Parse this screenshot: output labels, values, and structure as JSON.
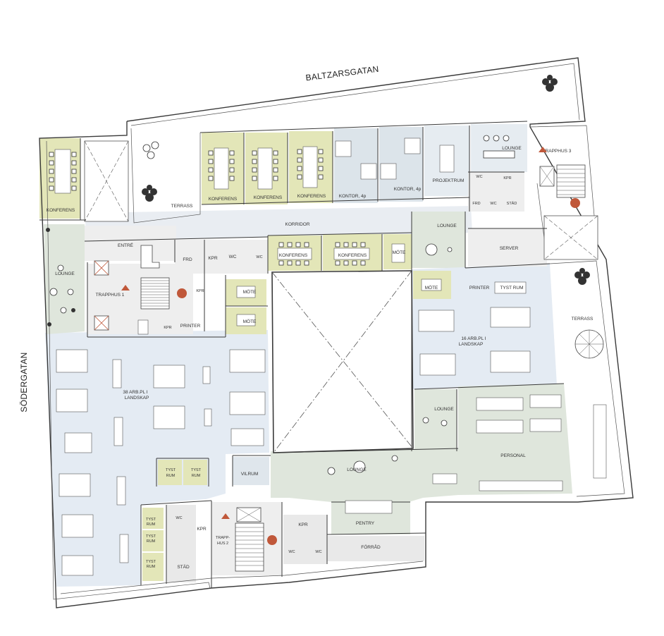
{
  "streets": {
    "north": "BALTZARSGATAN",
    "west": "SÖDERGATAN"
  },
  "labels": {
    "konferens_nw": "KONFERENS",
    "terrass_n": "TERRASS",
    "konferens_1": "KONFERENS",
    "konferens_2": "KONFERENS",
    "konferens_3": "KONFERENS",
    "kontor_1": "KONTOR, 4p",
    "kontor_2": "KONTOR, 4p",
    "projektrum": "PROJEKTRUM",
    "lounge_ne": "LOUNGE",
    "trapphus_3": "TRAPPHUS 3",
    "frd_ne": "FRD",
    "kpr_ne": "KPR",
    "stad_ne": "STÄD",
    "wc_ne_1": "WC",
    "wc_ne_2": "WC",
    "korridor": "KORRIDOR",
    "entre": "ENTRÉ",
    "frd_w": "FRD",
    "kpr_w": "KPR",
    "wc_w": "WC",
    "wc_w2": "WC",
    "konferens_4": "KONFERENS",
    "konferens_5": "KONFERENS",
    "mote_1": "MÖTE",
    "lounge_w": "LOUNGE",
    "trapphus_1": "TRAPPHUS 1",
    "kpr_c": "KPR",
    "kpr_c2": "KPR",
    "printer_w": "PRINTER",
    "mote_2": "MÖTE",
    "mote_3": "MÖTE",
    "lounge_c": "LOUNGE",
    "server": "SERVER",
    "mote_4": "MÖTE",
    "printer_e": "PRINTER",
    "tyst_rum_e": "TYST RUM",
    "landskap_16_a": "16 ARB.PL I",
    "landskap_16_b": "LANDSKAP",
    "terrass_e": "TERRASS",
    "landskap_38_a": "38 ARB.PL I",
    "landskap_38_b": "LANDSKAP",
    "lounge_e2": "LOUNGE",
    "personal": "PERSONAL",
    "tyst_1": "TYST",
    "tyst_1b": "RUM",
    "tyst_2": "TYST",
    "tyst_2b": "RUM",
    "vilrum": "VILRUM",
    "lounge_s": "LOUNGE",
    "tyst_3": "TYST",
    "tyst_3b": "RUM",
    "tyst_4": "TYST",
    "tyst_4b": "RUM",
    "tyst_5": "TYST",
    "tyst_5b": "RUM",
    "wc_s1": "WC",
    "kpr_s": "KPR",
    "stad_s": "STÄD",
    "trapphus_2a": "TRAPP-",
    "trapphus_2b": "HUS 2",
    "kpr_s2": "KPR",
    "wc_s2": "WC",
    "wc_s3": "WC",
    "pentry": "PENTRY",
    "forrad": "FÖRRÅD"
  },
  "colors": {
    "conference": "#e3e6b8",
    "office": "#dfe6ec",
    "landscape": "#e4ebf3",
    "lounge": "#dfe6dc",
    "service": "#e9e9e9",
    "stair_dot": "#c0583a",
    "terrace": "#ffffff"
  }
}
